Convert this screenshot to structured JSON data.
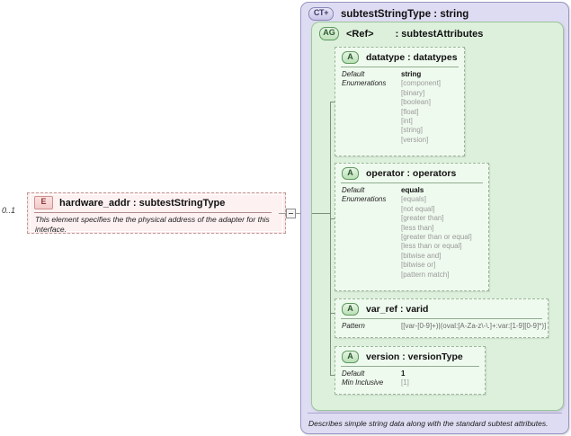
{
  "element": {
    "cardinality": "0..1",
    "badge": "E",
    "name": "hardware_addr",
    "separator": ":",
    "type": "subtestStringType",
    "title": "hardware_addr : subtestStringType",
    "documentation": "This element specifies the the physical address of the adapter for this interface.",
    "expand_icon": "minus-icon"
  },
  "complex_type": {
    "badge": "CT+",
    "title": "subtestStringType : string",
    "annotation": "Describes simple string data along with the standard subtest attributes."
  },
  "attribute_group": {
    "badge": "AG",
    "ref_label": "<Ref>",
    "type_label": ": subtestAttributes"
  },
  "attributes": [
    {
      "badge": "A",
      "title": "datatype : datatypes",
      "facets": [
        {
          "label": "Default",
          "values": [
            "string"
          ],
          "style": "default"
        },
        {
          "label": "Enumerations",
          "values": [
            "[component]",
            "[binary]",
            "[boolean]",
            "[float]",
            "[int]",
            "[string]",
            "[version]"
          ],
          "style": "enum"
        }
      ]
    },
    {
      "badge": "A",
      "title": "operator : operators",
      "facets": [
        {
          "label": "Default",
          "values": [
            "equals"
          ],
          "style": "default"
        },
        {
          "label": "Enumerations",
          "values": [
            "[equals]",
            "[not equal]",
            "[greater than]",
            "[less than]",
            "[greater than or equal]",
            "[less than or equal]",
            "[bitwise and]",
            "[bitwise or]",
            "[pattern match]"
          ],
          "style": "enum"
        }
      ]
    },
    {
      "badge": "A",
      "title": "var_ref  : varid",
      "facets": [
        {
          "label": "Pattern",
          "values": [
            "[[var-[0-9]+)|(oval:[A-Za-z\\-\\.]+:var:[1-9][0-9]*)]"
          ],
          "style": "pattern"
        }
      ]
    },
    {
      "badge": "A",
      "title": "version  : versionType",
      "facets": [
        {
          "label": "Default",
          "values": [
            "1"
          ],
          "style": "default"
        },
        {
          "label": "Min Inclusive",
          "values": [
            "[1]"
          ],
          "style": "enum"
        }
      ]
    }
  ]
}
